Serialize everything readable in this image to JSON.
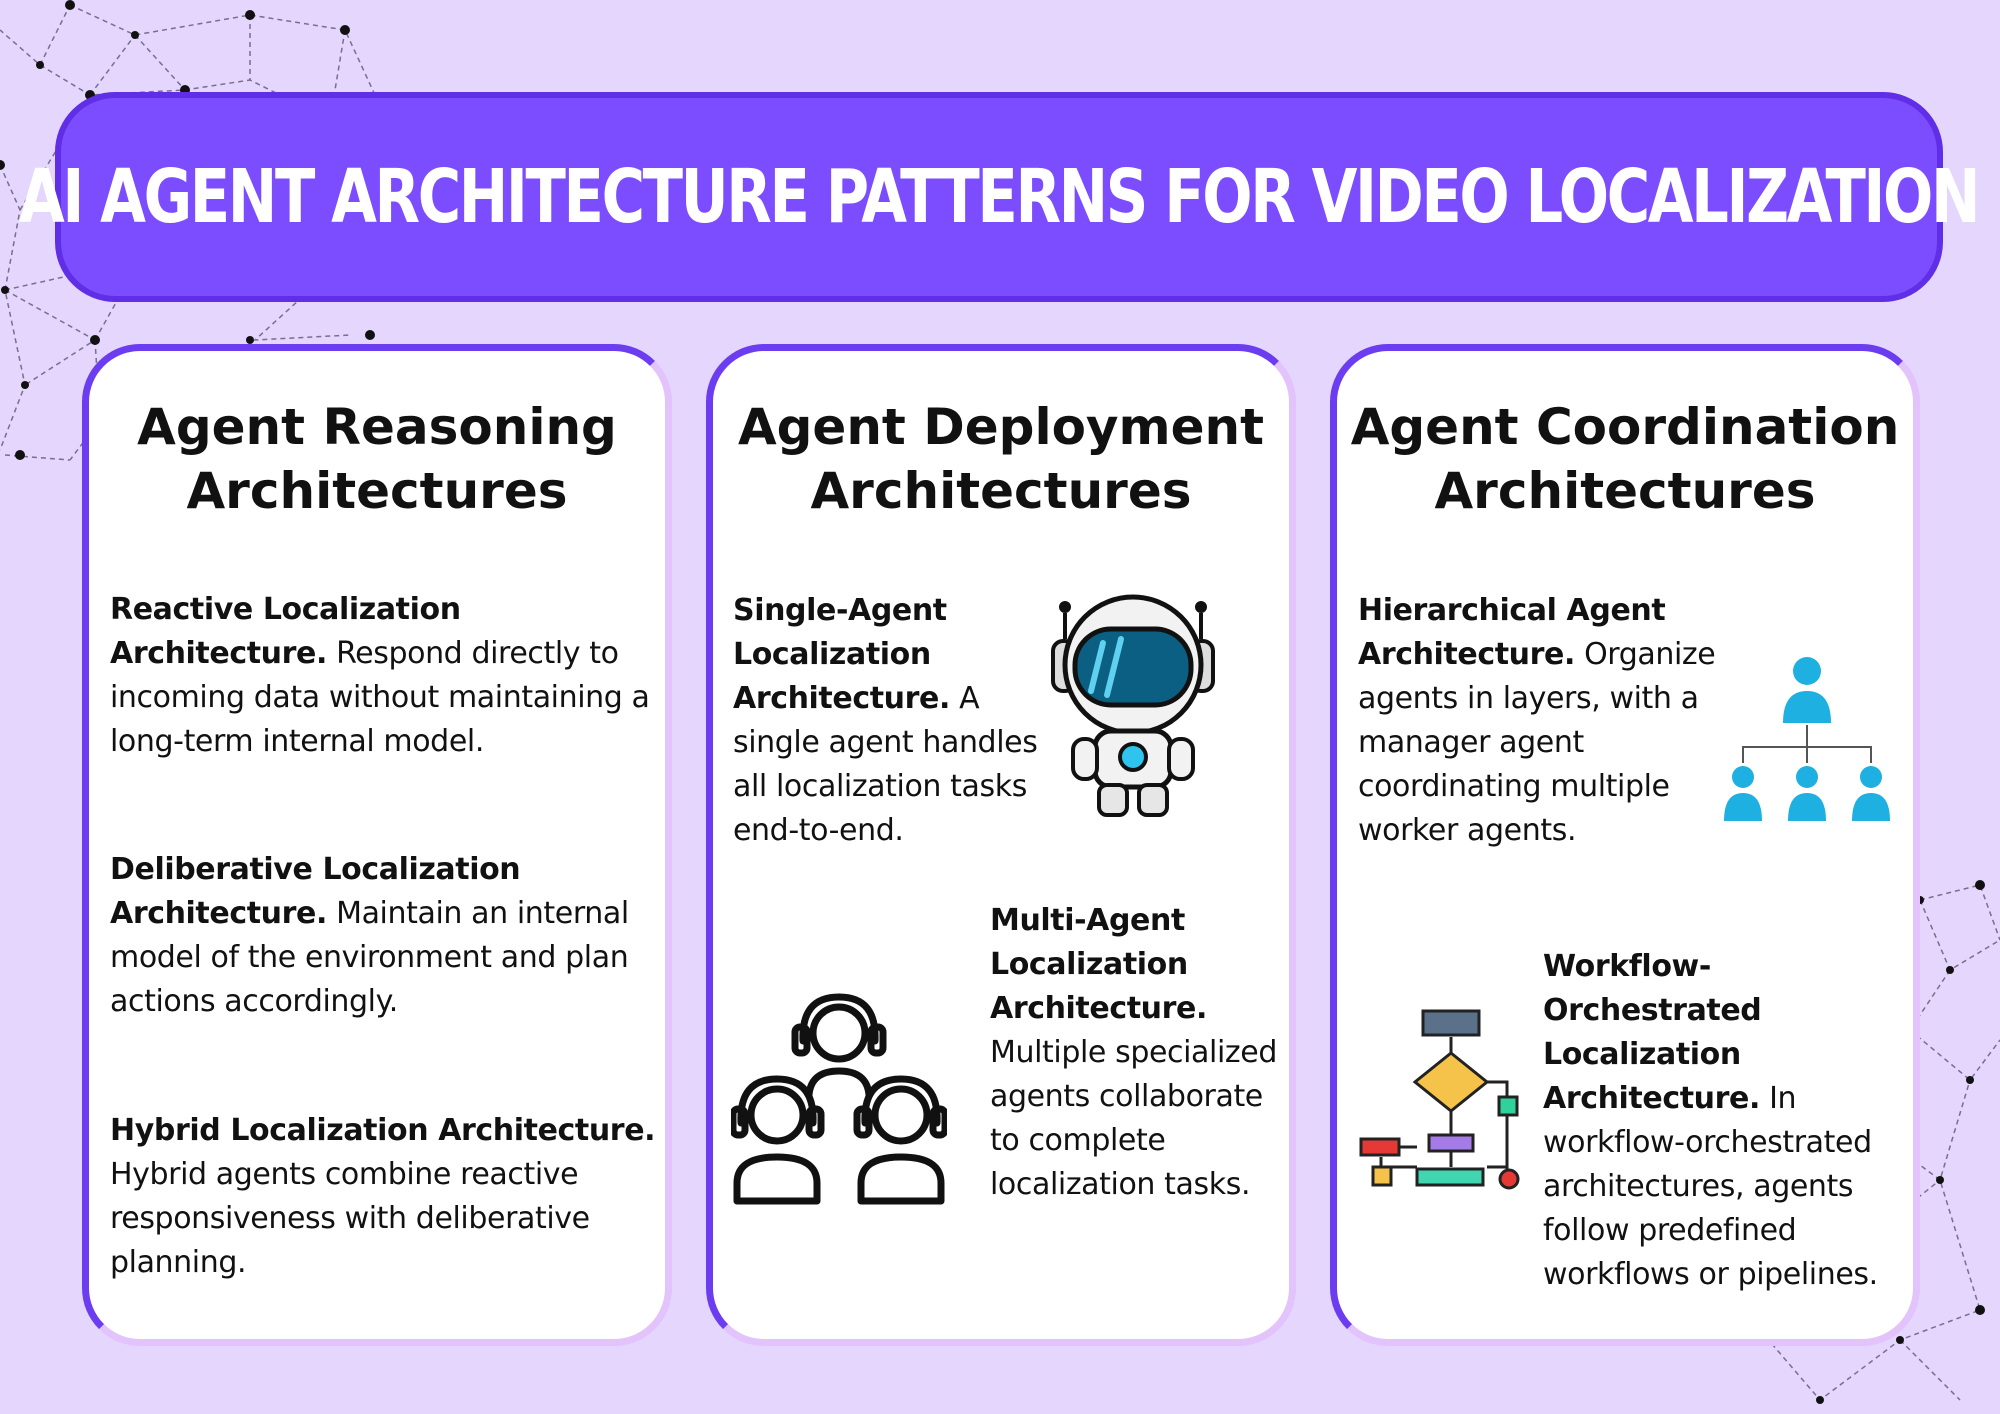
{
  "banner": {
    "title": "AI AGENT ARCHITECTURE PATTERNS FOR VIDEO LOCALIZATION"
  },
  "cards": [
    {
      "title_line1": "Agent Reasoning",
      "title_line2": "Architectures",
      "items": [
        {
          "head": "Reactive Localization Architecture.",
          "body": " Respond directly to incoming data without maintaining a long-term internal model."
        },
        {
          "head": "Deliberative Localization Architecture.",
          "body": " Maintain an internal model of the environment and plan actions accordingly."
        },
        {
          "head": "Hybrid Localization Architecture.",
          "body": " Hybrid agents combine reactive responsiveness with deliberative planning."
        }
      ]
    },
    {
      "title_line1": "Agent Deployment",
      "title_line2": "Architectures",
      "items": [
        {
          "head": "Single-Agent Localization Architecture.",
          "body": " A single agent handles all localization tasks end-to-end.",
          "icon": "robot-astronaut-icon"
        },
        {
          "head": "Multi-Agent Localization Architecture.",
          "body": " Multiple specialized agents collaborate to complete localization tasks.",
          "icon": "agent-team-headset-icon"
        }
      ]
    },
    {
      "title_line1": "Agent Coordination",
      "title_line2": "Architectures",
      "items": [
        {
          "head": "Hierarchical Agent Architecture.",
          "body": " Organize agents in layers, with a manager agent coordinating multiple worker agents.",
          "icon": "org-hierarchy-icon"
        },
        {
          "head": "Workflow-Orchestrated Localization Architecture.",
          "body": " In workflow-orchestrated architectures, agents follow predefined workflows or pipelines.",
          "icon": "flowchart-icon"
        }
      ]
    }
  ],
  "colors": {
    "background": "#e4d6fd",
    "banner": "#7c4dff",
    "card_border": "#6c3cf0",
    "icon_blue": "#1eb0e0"
  }
}
